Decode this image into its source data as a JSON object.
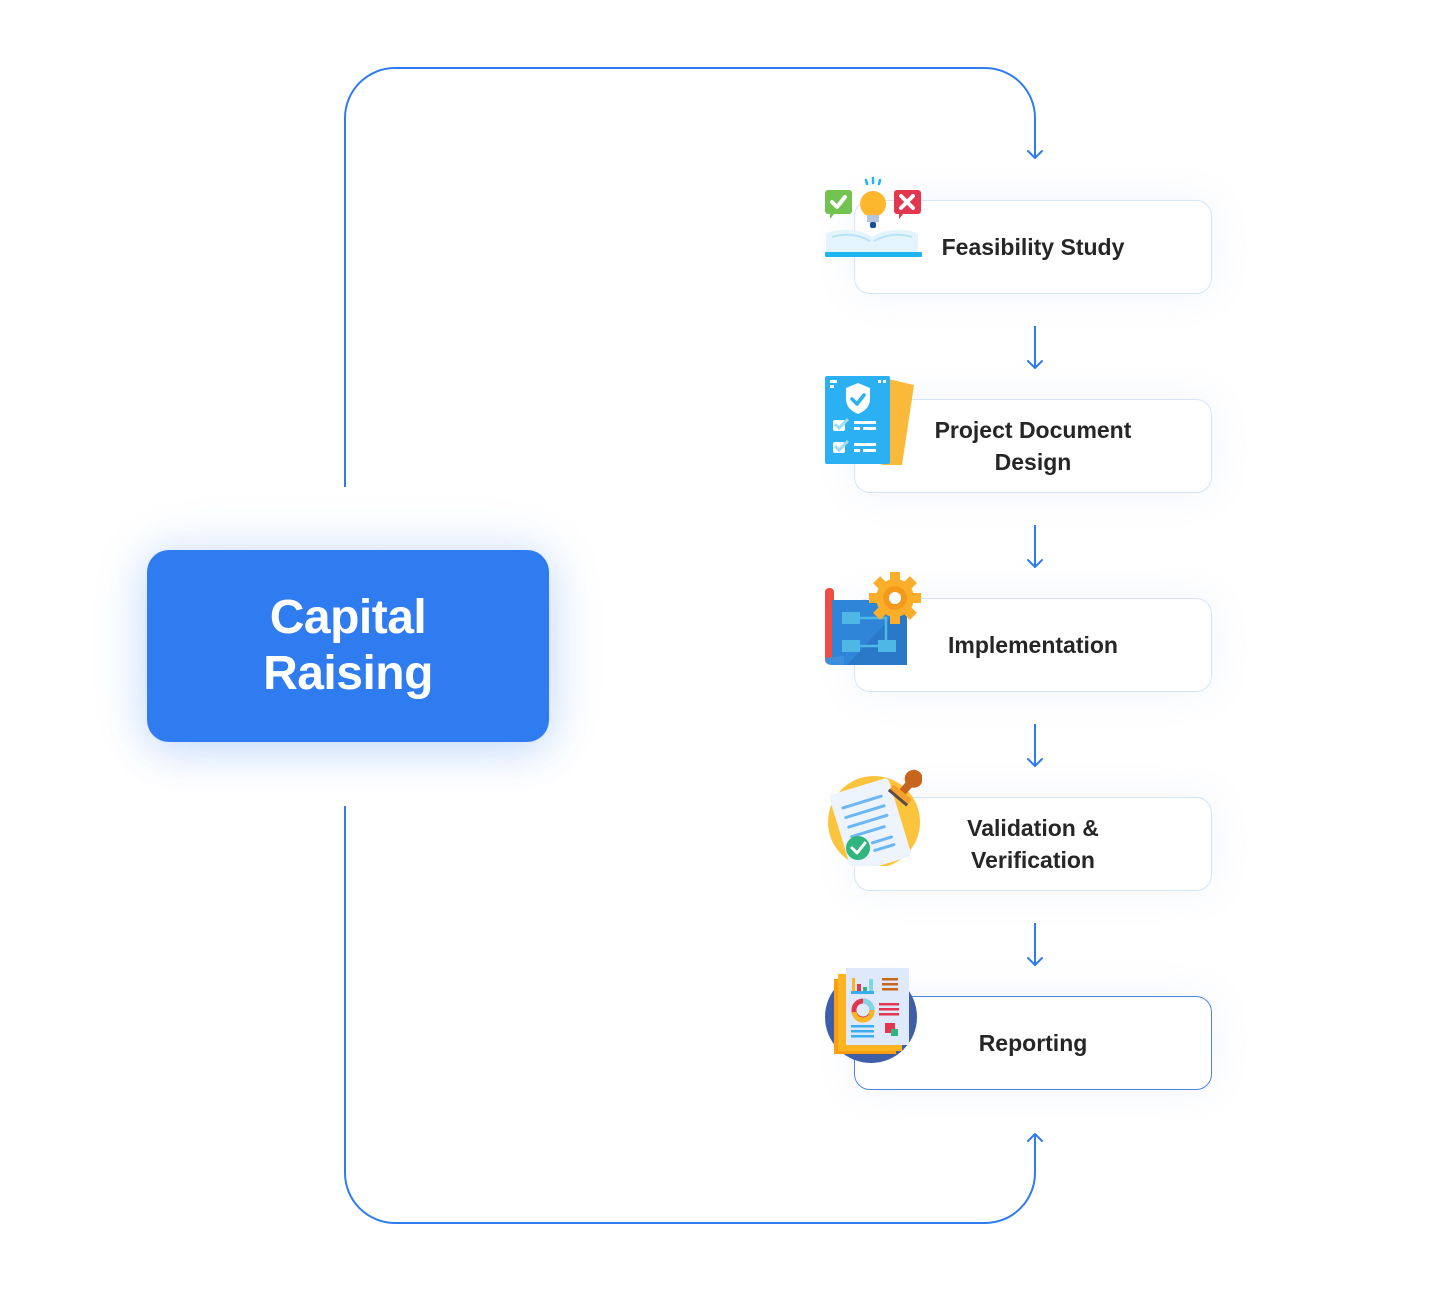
{
  "hub": {
    "title": "Capital Raising",
    "color": "#2f7bf0"
  },
  "steps": [
    {
      "label": "Feasibility Study",
      "icon": "lightbulb-book-icon"
    },
    {
      "label": "Project Document Design",
      "icon": "document-checklist-icon"
    },
    {
      "label": "Implementation",
      "icon": "blueprint-gear-icon"
    },
    {
      "label": "Validation & Verification",
      "icon": "stamped-document-icon"
    },
    {
      "label": "Reporting",
      "icon": "report-charts-icon"
    }
  ],
  "colors": {
    "connector": "#2f7bf0",
    "card_border": "#d6e4fb",
    "active_card_border": "#4a86ea",
    "text": "#262626"
  }
}
